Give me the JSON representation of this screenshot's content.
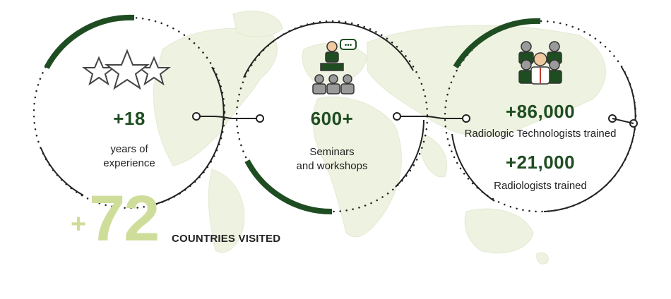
{
  "colors": {
    "dark_green": "#1f4d22",
    "light_green": "#cfdd9a",
    "map": "#eef2e0",
    "map_mid": "#dfe8c6",
    "icon_gray": "#9a9a9a"
  },
  "stats": {
    "experience": {
      "value": "+18",
      "label_line1": "years of",
      "label_line2": "experience",
      "icon": "stars-icon"
    },
    "seminars": {
      "value": "600+",
      "label_line1": "Seminars",
      "label_line2": "and workshops",
      "icon": "presenter-audience-icon"
    },
    "technologists": {
      "value": "+86,000",
      "label": "Radiologic Technologists trained",
      "icon": "group-of-people-icon"
    },
    "radiologists": {
      "value": "+21,000",
      "label": "Radiologists trained"
    },
    "countries": {
      "plus": "+",
      "value": "72",
      "label": "COUNTRIES VISITED"
    }
  }
}
